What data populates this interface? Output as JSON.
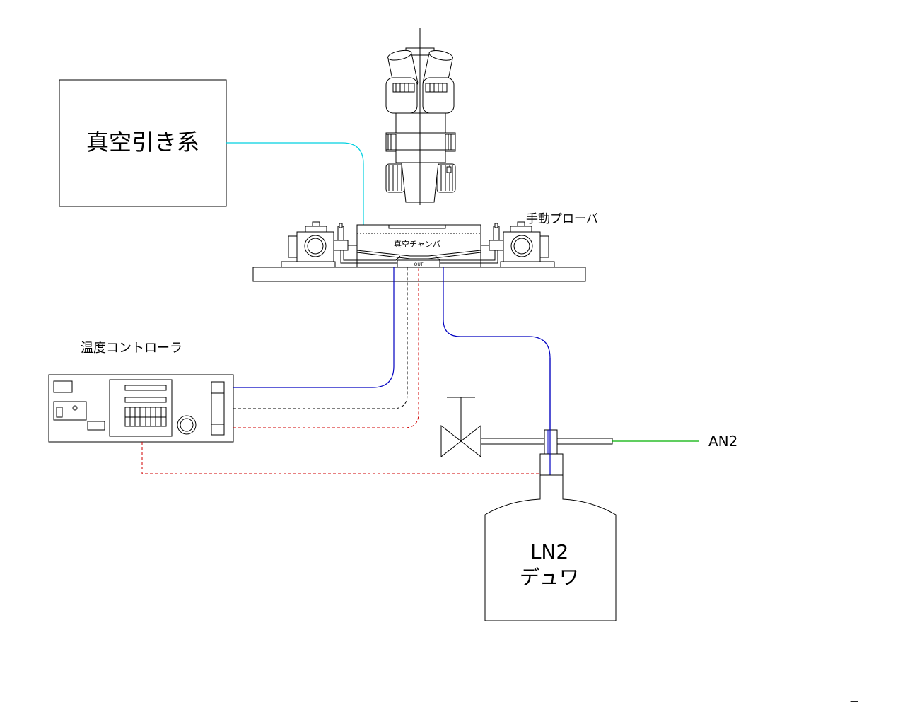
{
  "labels": {
    "vacuum_system": "真空引き系",
    "manual_prober": "手動プローバ",
    "vacuum_chamber": "真空チャンバ",
    "out_port": "OUT",
    "temp_controller": "温度コントローラ",
    "an2": "AN2",
    "dewar_line1": "LN2",
    "dewar_line2": "デュワ",
    "corner_mark": "—"
  },
  "colors": {
    "outline": "#000000",
    "vacuum_line": "#00d0e0",
    "ln2_line": "#0000c0",
    "thermo_line": "#d00000",
    "signal_line": "#000000",
    "gas_line": "#00b000"
  }
}
